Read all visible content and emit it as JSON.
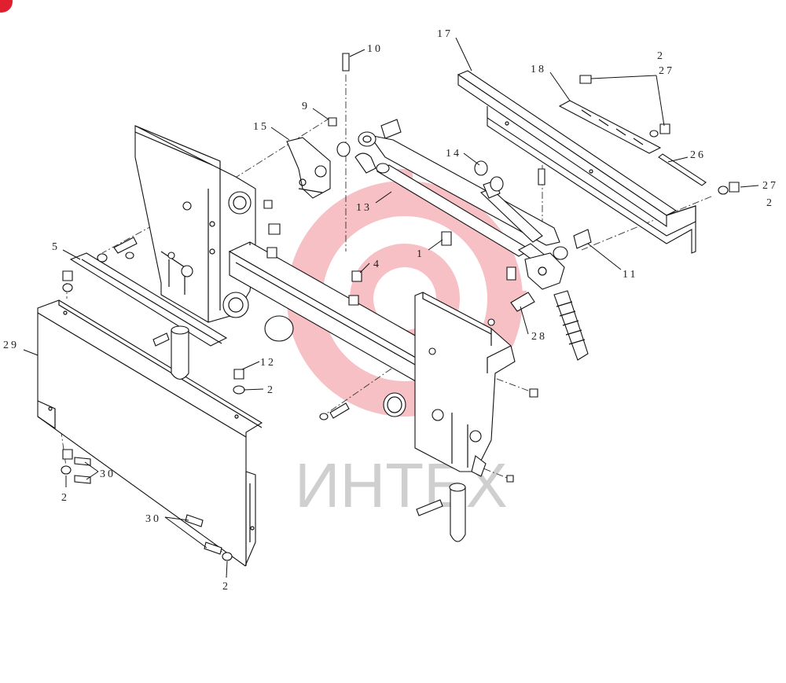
{
  "watermark": {
    "text": "ИНТЕХ",
    "color": "#e0202e"
  },
  "callouts": {
    "c1": "1",
    "c2a": "2",
    "c2b": "2",
    "c2c": "2",
    "c2d": "2",
    "c2e": "2",
    "c4": "4",
    "c5": "5",
    "c9": "9",
    "c10": "10",
    "c11": "11",
    "c12": "12",
    "c13": "13",
    "c14": "14",
    "c15": "15",
    "c17": "17",
    "c18": "18",
    "c26": "26",
    "c27a": "27",
    "c27b": "27",
    "c28": "28",
    "c29": "29",
    "c30a": "30",
    "c30b": "30"
  }
}
